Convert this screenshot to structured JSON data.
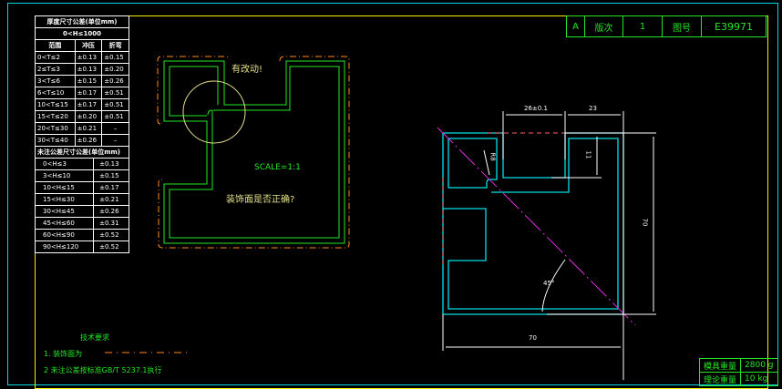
{
  "title_block": {
    "revision_label": "A",
    "version_label": "版次",
    "version_value": "1",
    "part_no_label": "图号",
    "part_no_value": "E39971"
  },
  "thickness_table": {
    "title": "厚度尺寸公差(单位mm)",
    "subtitle": "0<H≤1000",
    "headers": [
      "范围",
      "冲压",
      "折弯"
    ],
    "rows": [
      [
        "0<T≤2",
        "±0.13",
        "±0.15"
      ],
      [
        "2≤T≤3",
        "±0.13",
        "±0.20"
      ],
      [
        "3<T≤6",
        "±0.15",
        "±0.26"
      ],
      [
        "6<T≤10",
        "±0.17",
        "±0.51"
      ],
      [
        "10<T≤15",
        "±0.17",
        "±0.51"
      ],
      [
        "15<T≤20",
        "±0.20",
        "±0.51"
      ],
      [
        "20<T≤30",
        "±0.21",
        "–"
      ],
      [
        "30<T≤40",
        "±0.26",
        "–"
      ]
    ]
  },
  "height_table": {
    "title": "未注公差尺寸公差(单位mm)",
    "rows": [
      [
        "0<H≤3",
        "±0.13"
      ],
      [
        "3<H≤10",
        "±0.15"
      ],
      [
        "10<H≤15",
        "±0.17"
      ],
      [
        "15<H≤30",
        "±0.21"
      ],
      [
        "30<H≤45",
        "±0.26"
      ],
      [
        "45<H≤60",
        "±0.31"
      ],
      [
        "60<H≤90",
        "±0.52"
      ],
      [
        "90<H≤120",
        "±0.52"
      ]
    ]
  },
  "drawing_left": {
    "annotation_1": "有改动!",
    "scale": "SCALE=1:1",
    "annotation_2": "装饰面是否正确?"
  },
  "drawing_right": {
    "dim_top_left": "26±0.1",
    "dim_top_right": "23",
    "dim_inner_vertical": "11",
    "dim_overall_vertical": "70",
    "dim_overall_horizontal": "70",
    "dim_radius": "R8",
    "dim_angle": "45°"
  },
  "tech_requirements": {
    "title": "技术要求",
    "items": [
      "1. 装饰面为",
      "2  未注公差按标准GB/T 5237.1执行"
    ]
  },
  "weight_table": {
    "rows": [
      [
        "模具重量",
        "2800 g"
      ],
      [
        "理论重量",
        "10 kg"
      ]
    ]
  }
}
